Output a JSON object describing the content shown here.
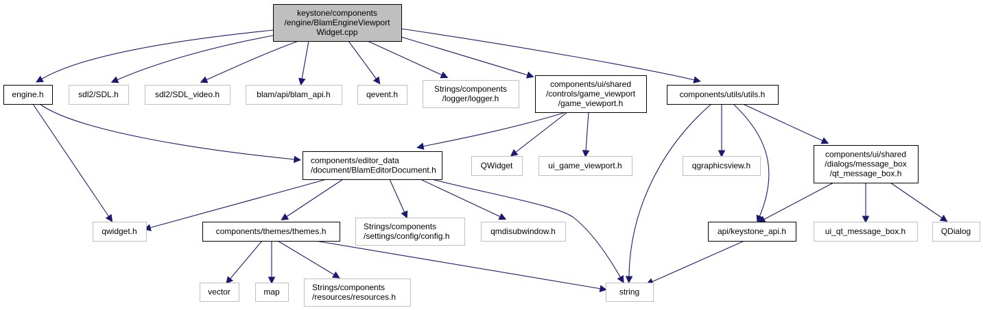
{
  "diagram": {
    "type": "include-dependency-graph",
    "colors": {
      "edge": "#191970",
      "root_fill": "#bfbfbf",
      "root_border": "#000000",
      "documented_border": "#000000",
      "external_border": "#bfbfbf",
      "node_fill": "#ffffff"
    },
    "nodes": [
      {
        "id": "root",
        "kind": "root",
        "lines": [
          "keystone/components",
          "/engine/BlamEngineViewport",
          "Widget.cpp"
        ]
      },
      {
        "id": "engine_h",
        "kind": "documented",
        "lines": [
          "engine.h"
        ]
      },
      {
        "id": "sdl_h",
        "kind": "external",
        "lines": [
          "sdl2/SDL.h"
        ]
      },
      {
        "id": "sdl_video_h",
        "kind": "external",
        "lines": [
          "sdl2/SDL_video.h"
        ]
      },
      {
        "id": "blam_api_h",
        "kind": "external",
        "lines": [
          "blam/api/blam_api.h"
        ]
      },
      {
        "id": "qevent_h",
        "kind": "external",
        "lines": [
          "qevent.h"
        ]
      },
      {
        "id": "logger_h",
        "kind": "external",
        "lines": [
          "Strings/components",
          "/logger/logger.h"
        ]
      },
      {
        "id": "game_viewport_h",
        "kind": "documented",
        "lines": [
          "components/ui/shared",
          "/controls/game_viewport",
          "/game_viewport.h"
        ]
      },
      {
        "id": "utils_h",
        "kind": "documented",
        "lines": [
          "components/utils/utils.h"
        ]
      },
      {
        "id": "editor_doc_h",
        "kind": "documented",
        "lines": [
          "components/editor_data",
          "/document/BlamEditorDocument.h"
        ]
      },
      {
        "id": "qwidget_cls",
        "kind": "external",
        "lines": [
          "QWidget"
        ]
      },
      {
        "id": "ui_game_viewport_h",
        "kind": "external",
        "lines": [
          "ui_game_viewport.h"
        ]
      },
      {
        "id": "qgraphicsview_h",
        "kind": "external",
        "lines": [
          "qgraphicsview.h"
        ]
      },
      {
        "id": "qt_message_box_h",
        "kind": "documented",
        "lines": [
          "components/ui/shared",
          "/dialogs/message_box",
          "/qt_message_box.h"
        ]
      },
      {
        "id": "qwidget_h",
        "kind": "external",
        "lines": [
          "qwidget.h"
        ]
      },
      {
        "id": "themes_h",
        "kind": "documented",
        "lines": [
          "components/themes/themes.h"
        ]
      },
      {
        "id": "config_h",
        "kind": "external",
        "lines": [
          "Strings/components",
          "/settings/config/config.h"
        ]
      },
      {
        "id": "qmdisubwindow_h",
        "kind": "external",
        "lines": [
          "qmdisubwindow.h"
        ]
      },
      {
        "id": "keystone_api_h",
        "kind": "documented",
        "lines": [
          "api/keystone_api.h"
        ]
      },
      {
        "id": "ui_qt_message_box_h",
        "kind": "external",
        "lines": [
          "ui_qt_message_box.h"
        ]
      },
      {
        "id": "qdialog",
        "kind": "external",
        "lines": [
          "QDialog"
        ]
      },
      {
        "id": "vector",
        "kind": "external",
        "lines": [
          "vector"
        ]
      },
      {
        "id": "map",
        "kind": "external",
        "lines": [
          "map"
        ]
      },
      {
        "id": "resources_h",
        "kind": "external",
        "lines": [
          "Strings/components",
          "/resources/resources.h"
        ]
      },
      {
        "id": "string",
        "kind": "external",
        "lines": [
          "string"
        ]
      }
    ],
    "edges": [
      {
        "from": "root",
        "to": "engine_h"
      },
      {
        "from": "root",
        "to": "sdl_h"
      },
      {
        "from": "root",
        "to": "sdl_video_h"
      },
      {
        "from": "root",
        "to": "blam_api_h"
      },
      {
        "from": "root",
        "to": "qevent_h"
      },
      {
        "from": "root",
        "to": "logger_h"
      },
      {
        "from": "root",
        "to": "game_viewport_h"
      },
      {
        "from": "root",
        "to": "utils_h"
      },
      {
        "from": "engine_h",
        "to": "qwidget_h"
      },
      {
        "from": "engine_h",
        "to": "editor_doc_h"
      },
      {
        "from": "game_viewport_h",
        "to": "editor_doc_h"
      },
      {
        "from": "game_viewport_h",
        "to": "qwidget_cls"
      },
      {
        "from": "game_viewport_h",
        "to": "ui_game_viewport_h"
      },
      {
        "from": "utils_h",
        "to": "string"
      },
      {
        "from": "utils_h",
        "to": "qgraphicsview_h"
      },
      {
        "from": "utils_h",
        "to": "keystone_api_h"
      },
      {
        "from": "utils_h",
        "to": "qt_message_box_h"
      },
      {
        "from": "editor_doc_h",
        "to": "qwidget_h"
      },
      {
        "from": "editor_doc_h",
        "to": "themes_h"
      },
      {
        "from": "editor_doc_h",
        "to": "config_h"
      },
      {
        "from": "editor_doc_h",
        "to": "qmdisubwindow_h"
      },
      {
        "from": "editor_doc_h",
        "to": "string"
      },
      {
        "from": "qt_message_box_h",
        "to": "keystone_api_h"
      },
      {
        "from": "qt_message_box_h",
        "to": "ui_qt_message_box_h"
      },
      {
        "from": "qt_message_box_h",
        "to": "qdialog"
      },
      {
        "from": "themes_h",
        "to": "vector"
      },
      {
        "from": "themes_h",
        "to": "map"
      },
      {
        "from": "themes_h",
        "to": "resources_h"
      },
      {
        "from": "themes_h",
        "to": "string"
      },
      {
        "from": "keystone_api_h",
        "to": "string"
      }
    ]
  }
}
